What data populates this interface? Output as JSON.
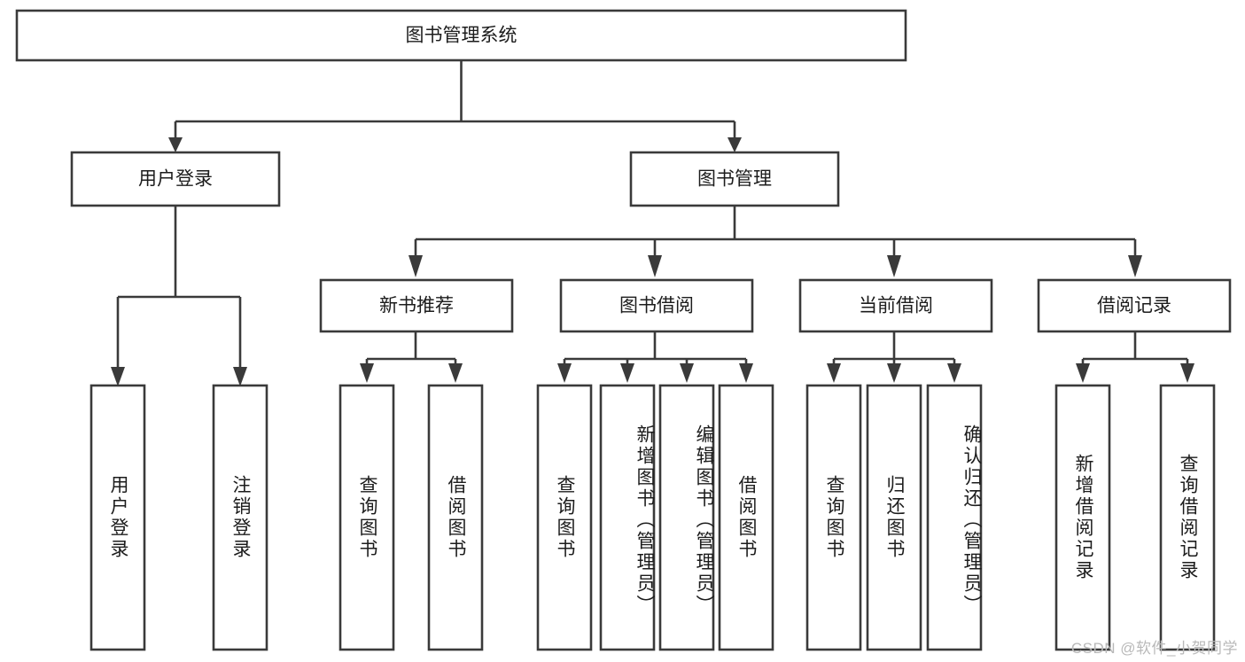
{
  "diagram": {
    "type": "tree-hierarchy-chart",
    "title": "图书管理系统",
    "orientation": "top-down",
    "colors": {
      "box_stroke": "#3a3a3a",
      "box_fill": "#ffffff",
      "connector": "#3a3a3a",
      "text": "#1c1c1c",
      "background": "#ffffff",
      "watermark": "#b9b9b9"
    },
    "root": {
      "label": "图书管理系统"
    },
    "level1": [
      {
        "label": "用户登录"
      },
      {
        "label": "图书管理"
      }
    ],
    "level2": [
      {
        "label": "新书推荐"
      },
      {
        "label": "图书借阅"
      },
      {
        "label": "当前借阅"
      },
      {
        "label": "借阅记录"
      }
    ],
    "leaves": {
      "user_login": [
        {
          "label": "用户登录"
        },
        {
          "label": "注销登录"
        }
      ],
      "new_book_recommend": [
        {
          "label": "查询图书"
        },
        {
          "label": "借阅图书"
        }
      ],
      "book_borrow": [
        {
          "label": "查询图书"
        },
        {
          "label": "新增图书（管理员）"
        },
        {
          "label": "编辑图书（管理员）"
        },
        {
          "label": "借阅图书"
        }
      ],
      "current_borrow": [
        {
          "label": "查询图书"
        },
        {
          "label": "归还图书"
        },
        {
          "label": "确认归还（管理员）"
        }
      ],
      "borrow_record": [
        {
          "label": "新增借阅记录"
        },
        {
          "label": "查询借阅记录"
        }
      ]
    }
  },
  "watermark": {
    "text": "CSDN @软件_小贺同学"
  }
}
